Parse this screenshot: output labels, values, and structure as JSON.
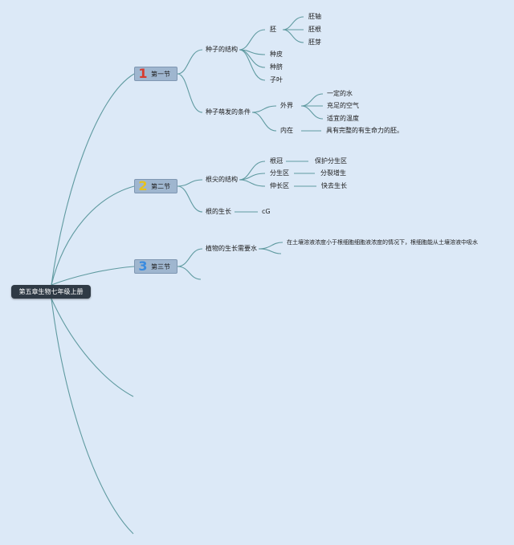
{
  "root": {
    "label": "第五章生物七年级上册"
  },
  "sections": [
    {
      "num": "1",
      "label": "第一节",
      "num_color": "#d73b2f"
    },
    {
      "num": "2",
      "label": "第二节",
      "num_color": "#e7c21e"
    },
    {
      "num": "3",
      "label": "第三节",
      "num_color": "#3a8be0"
    }
  ],
  "section1": {
    "structure": {
      "label": "种子的结构",
      "embryo": {
        "label": "胚",
        "parts": [
          "胚轴",
          "胚根",
          "胚芽"
        ]
      },
      "others": [
        "种皮",
        "种脐",
        "子叶"
      ]
    },
    "germination": {
      "label": "种子萌发的条件",
      "external": {
        "label": "外界",
        "items": [
          "一定的水",
          "充足的空气",
          "适宜的温度"
        ]
      },
      "internal": {
        "label": "内在",
        "item": "具有完整的有生命力的胚。"
      }
    }
  },
  "section2": {
    "tip": {
      "label": "根尖的结构",
      "zones": [
        {
          "name": "根冠",
          "desc": "保护分生区"
        },
        {
          "name": "分生区",
          "desc": "分裂增生"
        },
        {
          "name": "伸长区",
          "desc": "快去生长"
        }
      ]
    },
    "growth": {
      "label": "根的生长",
      "value": "cG"
    }
  },
  "section3": {
    "water": {
      "label": "植物的生长需要水",
      "desc": "在土壤溶液浓度小于根细胞细胞液浓度的情况下，根细胞能从土壤溶液中吸水"
    }
  },
  "colors": {
    "link": "#5f9aa0",
    "background": "#dce9f7",
    "root_bg": "#2f3a45",
    "section_bg": "#9fb6cf"
  }
}
